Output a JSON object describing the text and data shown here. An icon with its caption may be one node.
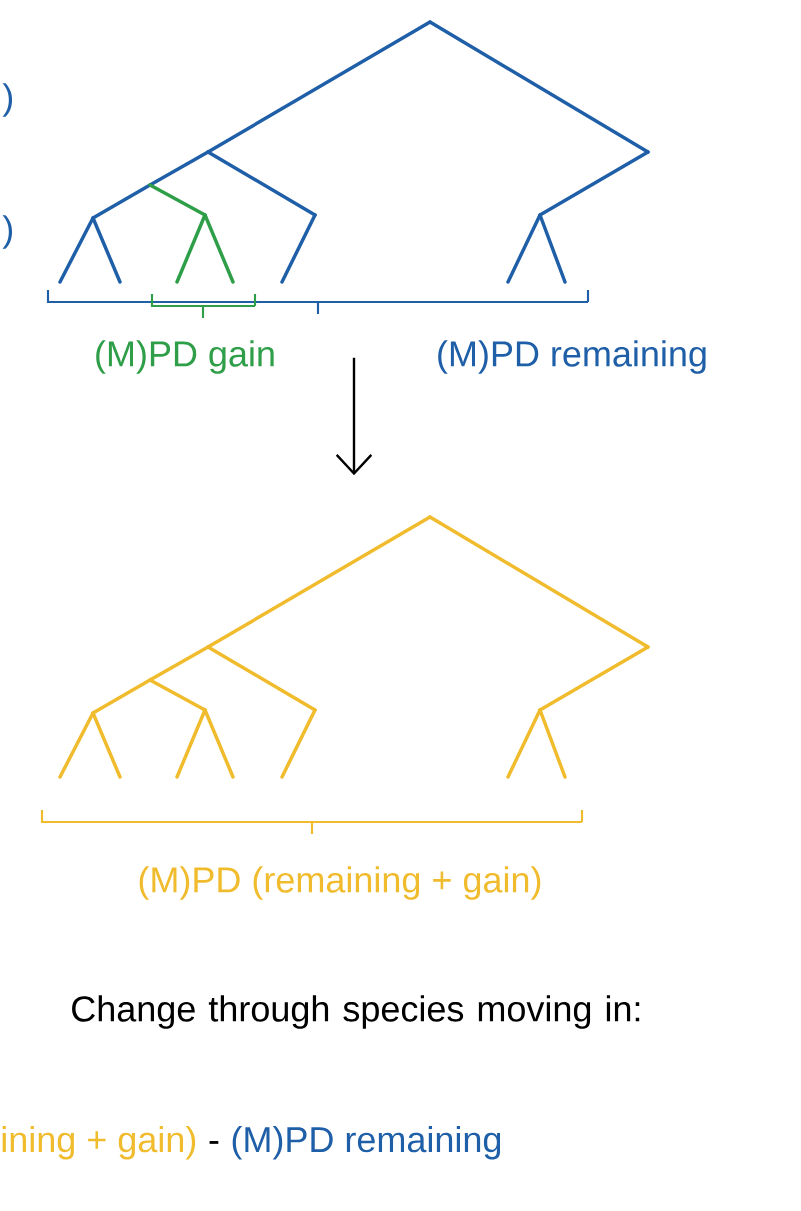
{
  "diagram": {
    "nodes": [
      {
        "text": [],
        "shape": "tree"
      },
      {
        "text": [],
        "shape": "tree"
      }
    ],
    "edges": [
      {
        "from": 0,
        "to": 1,
        "arrow": "to"
      }
    ],
    "labels": [
      ")",
      ")",
      "(M)PD gain",
      "(M)PD remaining",
      "(M)PD (remaining + gain)",
      "Change through species moving in:",
      "ining + gain)",
      "-",
      "(M)PD remaining"
    ]
  }
}
